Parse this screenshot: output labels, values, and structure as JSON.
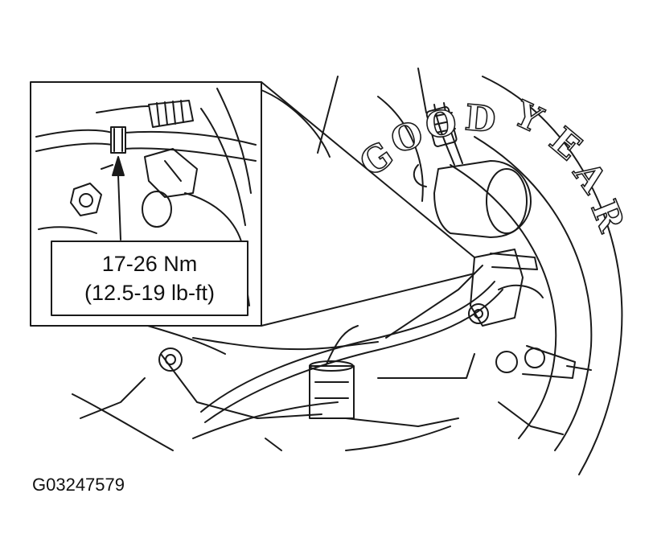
{
  "callout": {
    "torque_metric": "17-26 Nm",
    "torque_imperial": "(12.5-19 lb-ft)"
  },
  "tire_lettering": [
    "G",
    "O",
    "O",
    "D",
    "Y",
    "E",
    "A",
    "R"
  ],
  "figure_id": "G03247579",
  "colors": {
    "line": "#1a1a1a",
    "background": "#ffffff"
  }
}
